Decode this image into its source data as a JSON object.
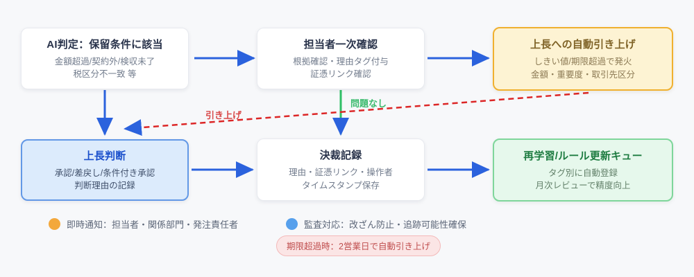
{
  "nodes": [
    {
      "id": "ai-judgement",
      "variant": "white",
      "title": "AI判定：保留条件に該当",
      "line1": "金額超過/契約外/検収未了",
      "line2": "税区分不一致 等"
    },
    {
      "id": "first-check",
      "variant": "white",
      "title": "担当者一次確認",
      "line1": "根拠確認・理由タグ付与",
      "line2": "証憑リンク確認"
    },
    {
      "id": "auto-escalation",
      "variant": "yellow",
      "title": "上長への自動引き上げ",
      "line1": "しきい値/期限超過で発火",
      "line2": "金額・重要度・取引先区分"
    },
    {
      "id": "manager-judge",
      "variant": "blue",
      "title": "上長判断",
      "line1": "承認/差戻し/条件付き承認",
      "line2": "判断理由の記録"
    },
    {
      "id": "decision-record",
      "variant": "white",
      "title": "決裁記録",
      "line1": "理由・証憑リンク・操作者",
      "line2": "タイムスタンプ保存"
    },
    {
      "id": "relearn-queue",
      "variant": "green",
      "title": "再学習/ルール更新キュー",
      "line1": "タグ別に自動登録",
      "line2": "月次レビューで精度向上"
    }
  ],
  "edge_labels": {
    "escalation": "引き上げ",
    "no_problem": "問題なし"
  },
  "legend": {
    "items": [
      {
        "dot_color": "#f3a83c",
        "text": "即時通知：担当者・関係部門・発注責任者"
      },
      {
        "dot_color": "#57a0ec",
        "text": "監査対応：改ざん防止・追跡可能性確保"
      }
    ]
  },
  "deadline_note": "期限超過時：2営業日で自動引き上げ",
  "colors": {
    "background": "#f7f8fa",
    "arrow_blue": "#2b62dd",
    "line_green": "#2fbf66",
    "line_red_dashed": "#dc2626",
    "node_blue_border": "#6298e6",
    "node_yellow_border": "#f0b02f",
    "node_green_border": "#7fd69b",
    "pill_text": "#c04f4f"
  }
}
